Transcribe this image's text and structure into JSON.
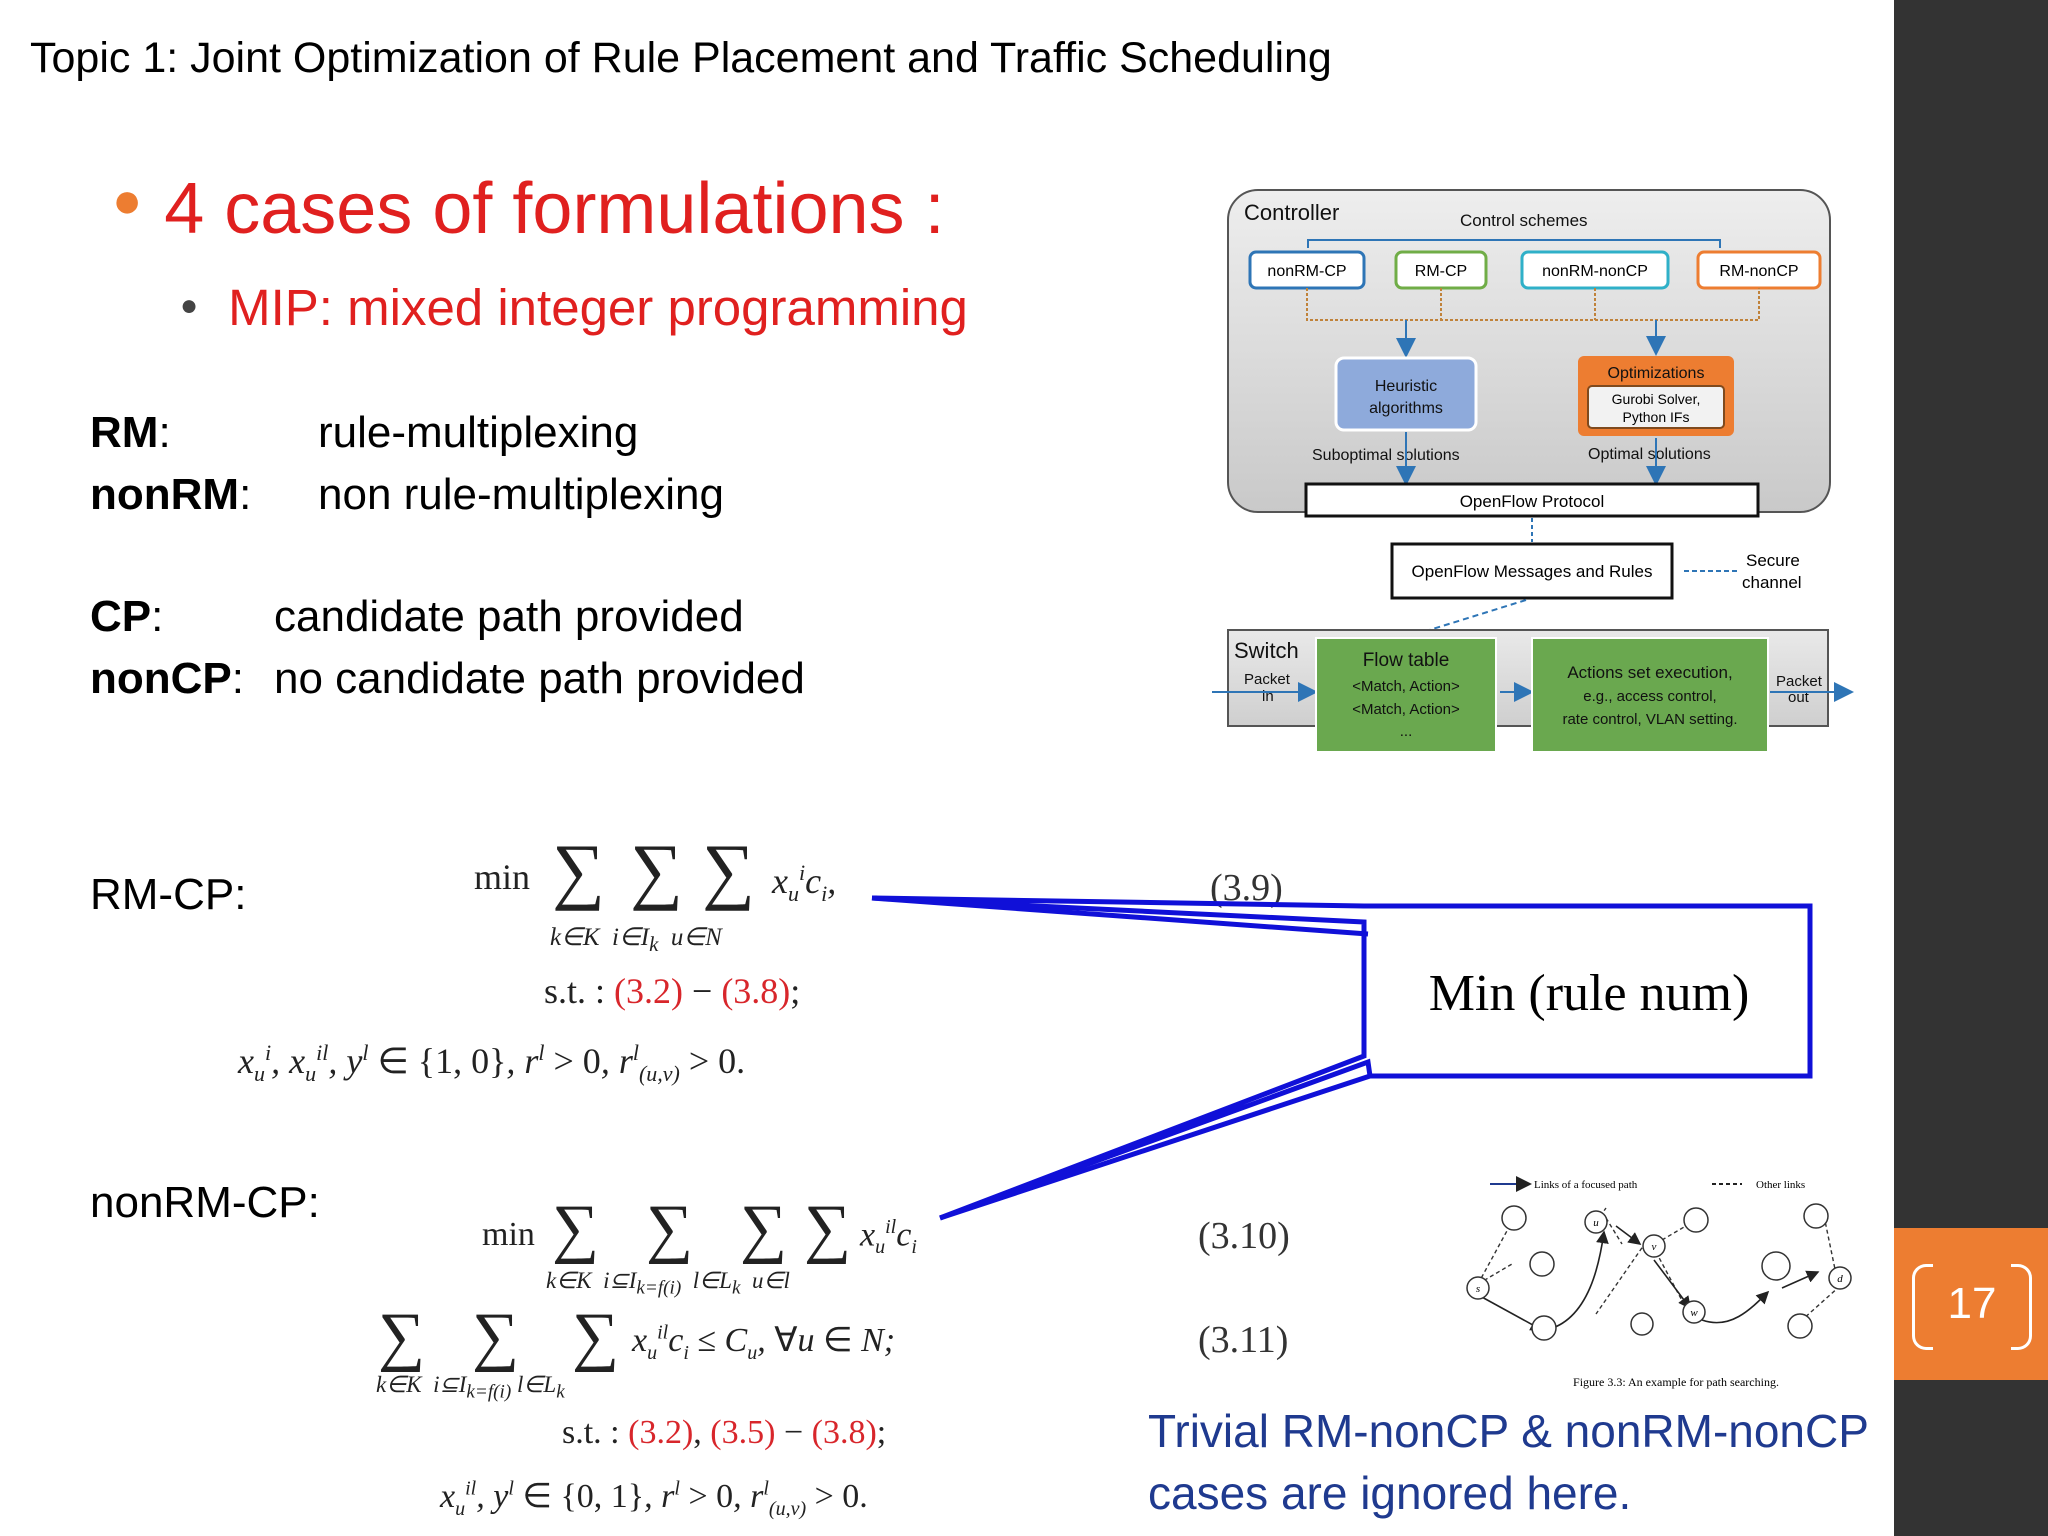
{
  "slide": {
    "topic": "Topic 1:  Joint Optimization of Rule Placement and Traffic Scheduling",
    "bullet_main": "4 cases of formulations :",
    "bullet_sub": "MIP: mixed integer programming",
    "page_number": "17"
  },
  "definitions": [
    {
      "key": "RM",
      "value": "rule-multiplexing"
    },
    {
      "key": "nonRM",
      "value": "non rule-multiplexing"
    },
    {
      "key": "CP",
      "value": "candidate path provided"
    },
    {
      "key": "nonCP",
      "value": "no candidate path provided"
    }
  ],
  "formulations": {
    "rmcp_label": "RM-CP:",
    "nonrmcp_label": "nonRM-CP:",
    "eq_3_9": "(3.9)",
    "eq_3_10": "(3.10)",
    "eq_3_11": "(3.11)",
    "st_prefix": "s.t. :",
    "ref_3_2": "(3.2)",
    "ref_3_5": "(3.5)",
    "ref_3_8": "(3.8)"
  },
  "callout": {
    "text": "Min (rule num)"
  },
  "note": {
    "line1": "Trivial RM-nonCP & nonRM-nonCP",
    "line2": "cases are ignored here."
  },
  "sdn_diagram": {
    "controller": "Controller",
    "control_schemes": "Control schemes",
    "schemes": [
      "nonRM-CP",
      "RM-CP",
      "nonRM-nonCP",
      "RM-nonCP"
    ],
    "heuristic_line1": "Heuristic",
    "heuristic_line2": "algorithms",
    "optimizations": "Optimizations",
    "gurobi_line1": "Gurobi Solver,",
    "gurobi_line2": "Python IFs",
    "suboptimal": "Suboptimal solutions",
    "optimal": "Optimal solutions",
    "openflow_protocol": "OpenFlow Protocol",
    "openflow_messages": "OpenFlow Messages and Rules",
    "secure_line1": "Secure",
    "secure_line2": "channel",
    "switch": "Switch",
    "packet_in_1": "Packet",
    "packet_in_2": "in",
    "packet_out_1": "Packet",
    "packet_out_2": "out",
    "flow_table": "Flow table",
    "match_action_1": "<Match, Action>",
    "match_action_2": "<Match, Action>",
    "ellipsis": "...",
    "actions_line1": "Actions set execution,",
    "actions_line2": "e.g., access control,",
    "actions_line3": "rate control, VLAN setting.",
    "colors": {
      "controller_bg": "#D9D9D9",
      "scheme_blue": "#2E75B6",
      "scheme_green": "#70AD47",
      "scheme_teal": "#2FB0C8",
      "scheme_orange": "#ED7D31",
      "heuristic_fill": "#8EAADB",
      "optim_fill": "#ED7D31",
      "switch_green": "#6AA84F"
    }
  },
  "path_figure": {
    "legend_focused": "Links of a focused path",
    "legend_other": "Other links",
    "caption": "Figure 3.3: An example for path searching.",
    "node_labels": [
      "s",
      "u",
      "v",
      "w",
      "d"
    ]
  }
}
